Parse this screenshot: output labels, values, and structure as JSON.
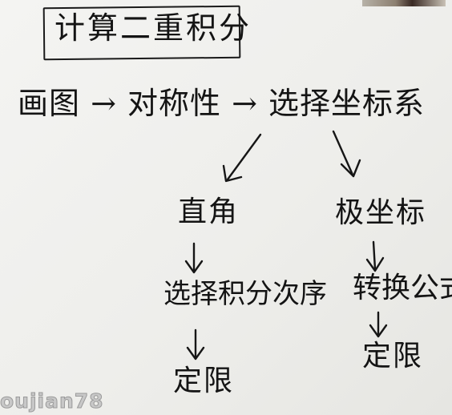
{
  "title": "计算二重积分",
  "flow_line": "画图 → 对称性 → 选择坐标系",
  "branches": {
    "left": {
      "step1": "直角",
      "step2": "选择积分次序",
      "step3": "定限"
    },
    "right": {
      "step1": "极坐标",
      "step2": "转换公式",
      "step3": "定限"
    }
  },
  "watermark": "oujian78",
  "colors": {
    "ink": "#141414",
    "paper": "#f0f0ee"
  }
}
